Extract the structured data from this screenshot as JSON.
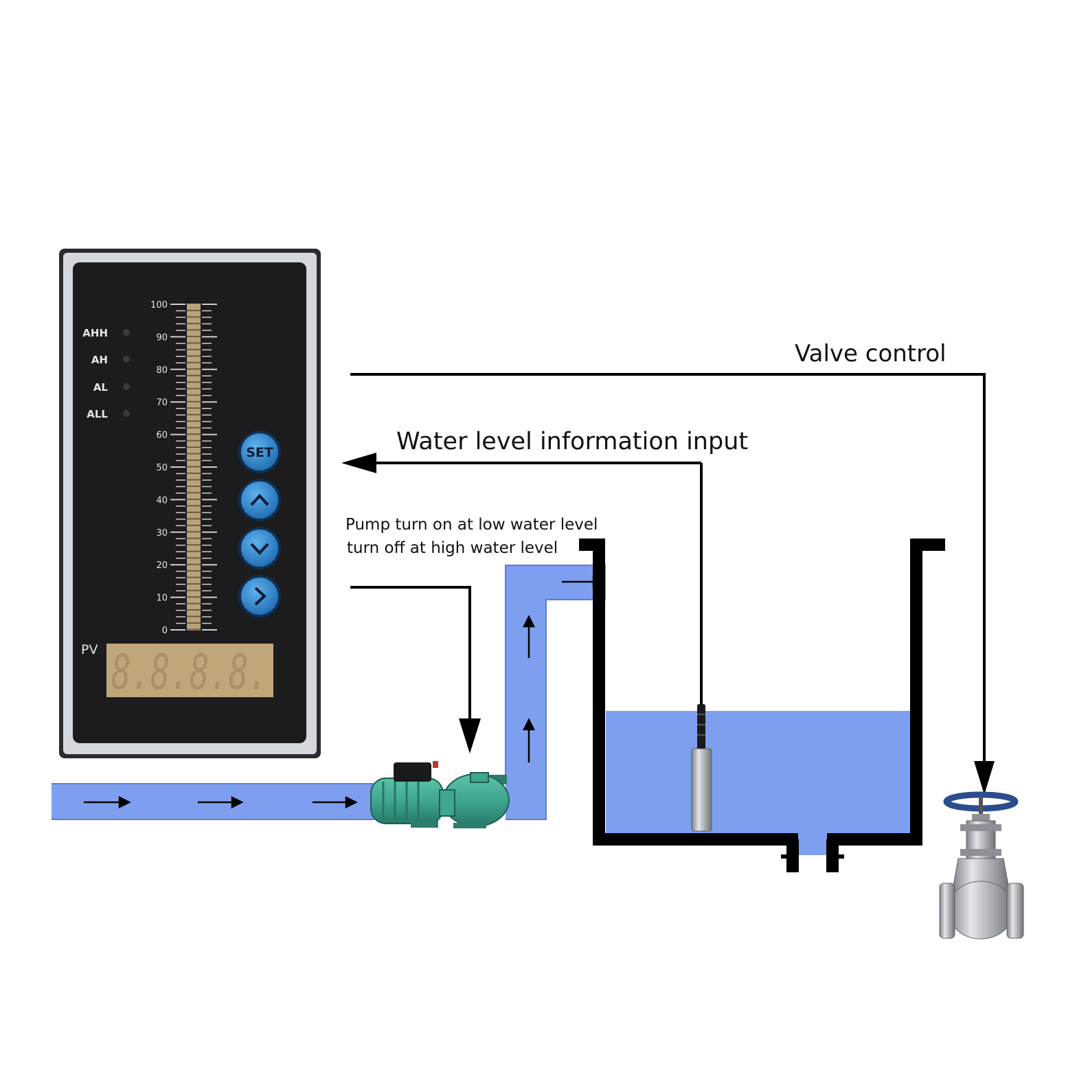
{
  "colors": {
    "water": "#7e9ff0",
    "water_edge": "#5b7bd6",
    "panel_frame": "#d4d7dc",
    "panel_face": "#1c1c1e",
    "bar_fill": "#b9a27a",
    "display_bg": "#c0a77a",
    "display_digit": "#a99066",
    "button_blue": "#2f86cf",
    "pump_green": "#3fa68f",
    "steel": "#a6a9ad",
    "handwheel": "#2c4d8c",
    "line": "#000000"
  },
  "controller": {
    "scale_labels": [
      "100",
      "90",
      "80",
      "70",
      "60",
      "50",
      "40",
      "30",
      "20",
      "10",
      "0"
    ],
    "alarms": [
      {
        "label": "AHH"
      },
      {
        "label": "AH"
      },
      {
        "label": "AL"
      },
      {
        "label": "ALL"
      }
    ],
    "buttons": [
      {
        "label": "SET",
        "icon": "set-text"
      },
      {
        "label": "",
        "icon": "chevron-up-icon"
      },
      {
        "label": "",
        "icon": "chevron-down-icon"
      },
      {
        "label": "",
        "icon": "chevron-right-icon"
      }
    ],
    "pv_label": "PV",
    "display_digits": "8.8.8.8."
  },
  "labels": {
    "valve_control": "Valve control",
    "water_level_input": "Water level information input",
    "pump_line1": "Pump turn on at low water level",
    "pump_line2": "turn off at high water level"
  },
  "tank": {
    "water_level_fraction": 0.45
  }
}
